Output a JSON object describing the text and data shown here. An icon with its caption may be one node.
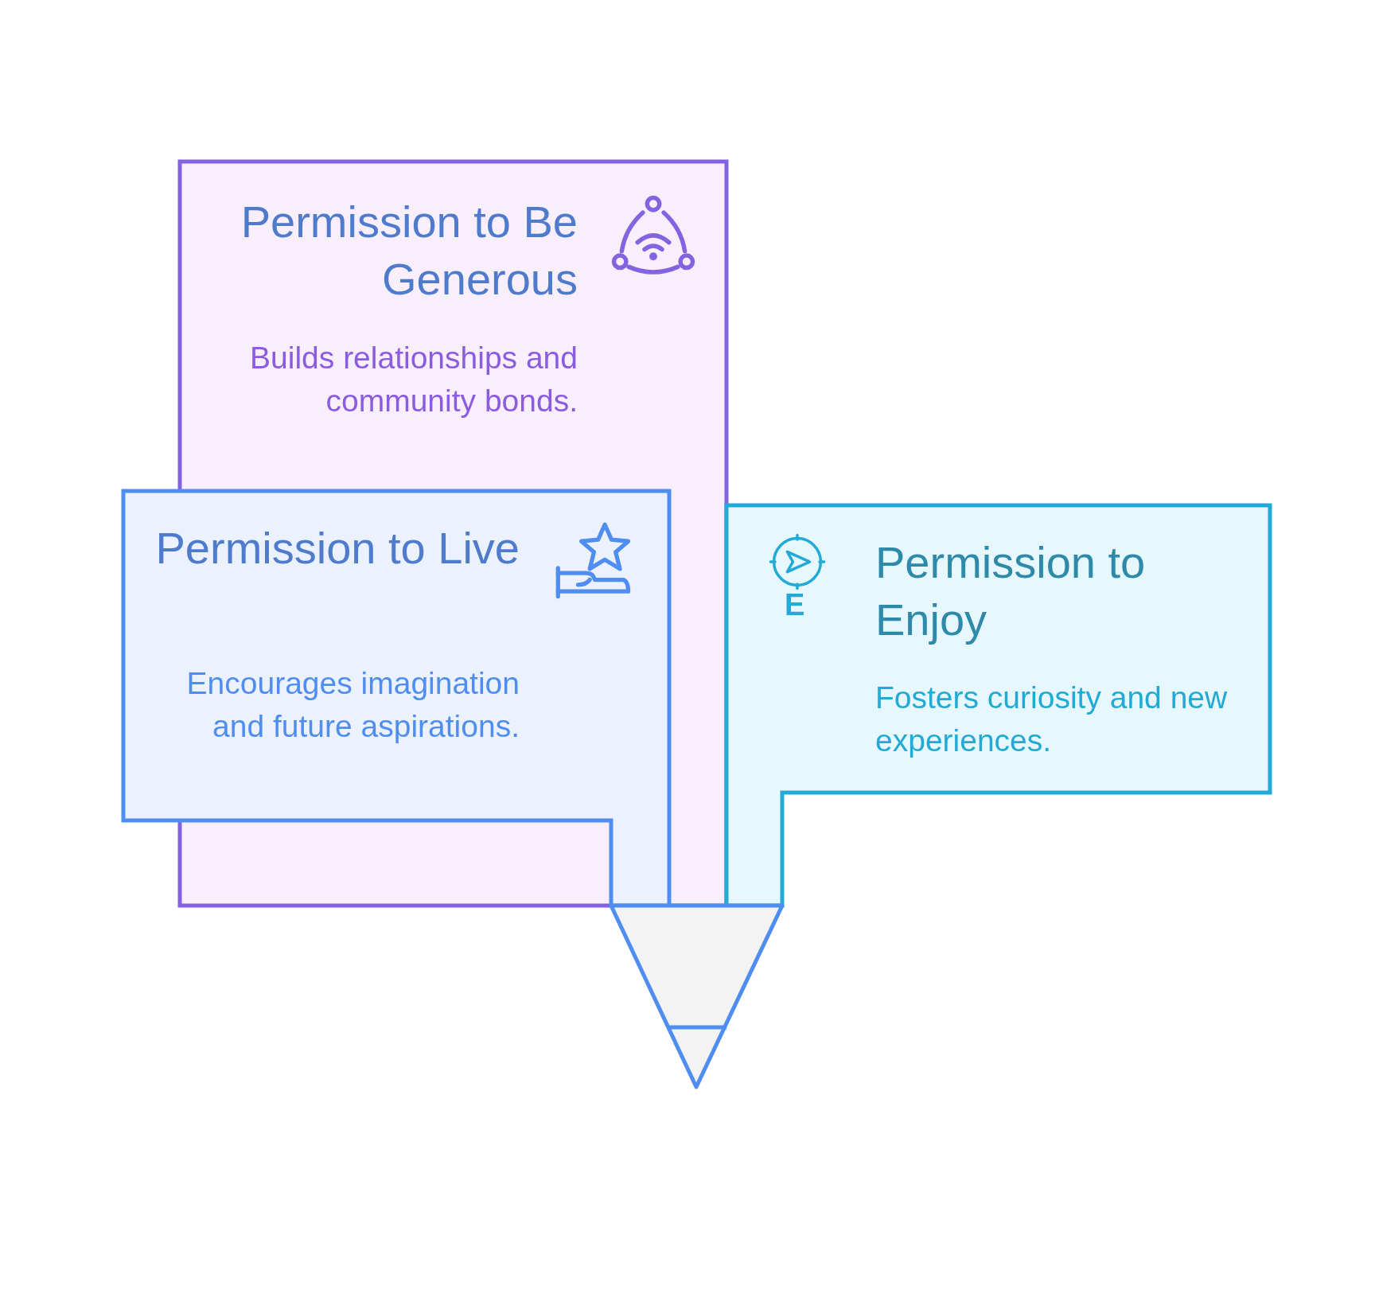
{
  "diagram": {
    "nodes": [
      {
        "text": [
          "Permission to Be Generous",
          "Builds relationships and community bonds."
        ]
      },
      {
        "text": [
          "Permission to Live",
          "Encourages imagination and future aspirations."
        ]
      },
      {
        "text": [
          "Permission to Enjoy",
          "Fosters curiosity and new experiences."
        ]
      }
    ],
    "labels": [
      "E"
    ]
  }
}
